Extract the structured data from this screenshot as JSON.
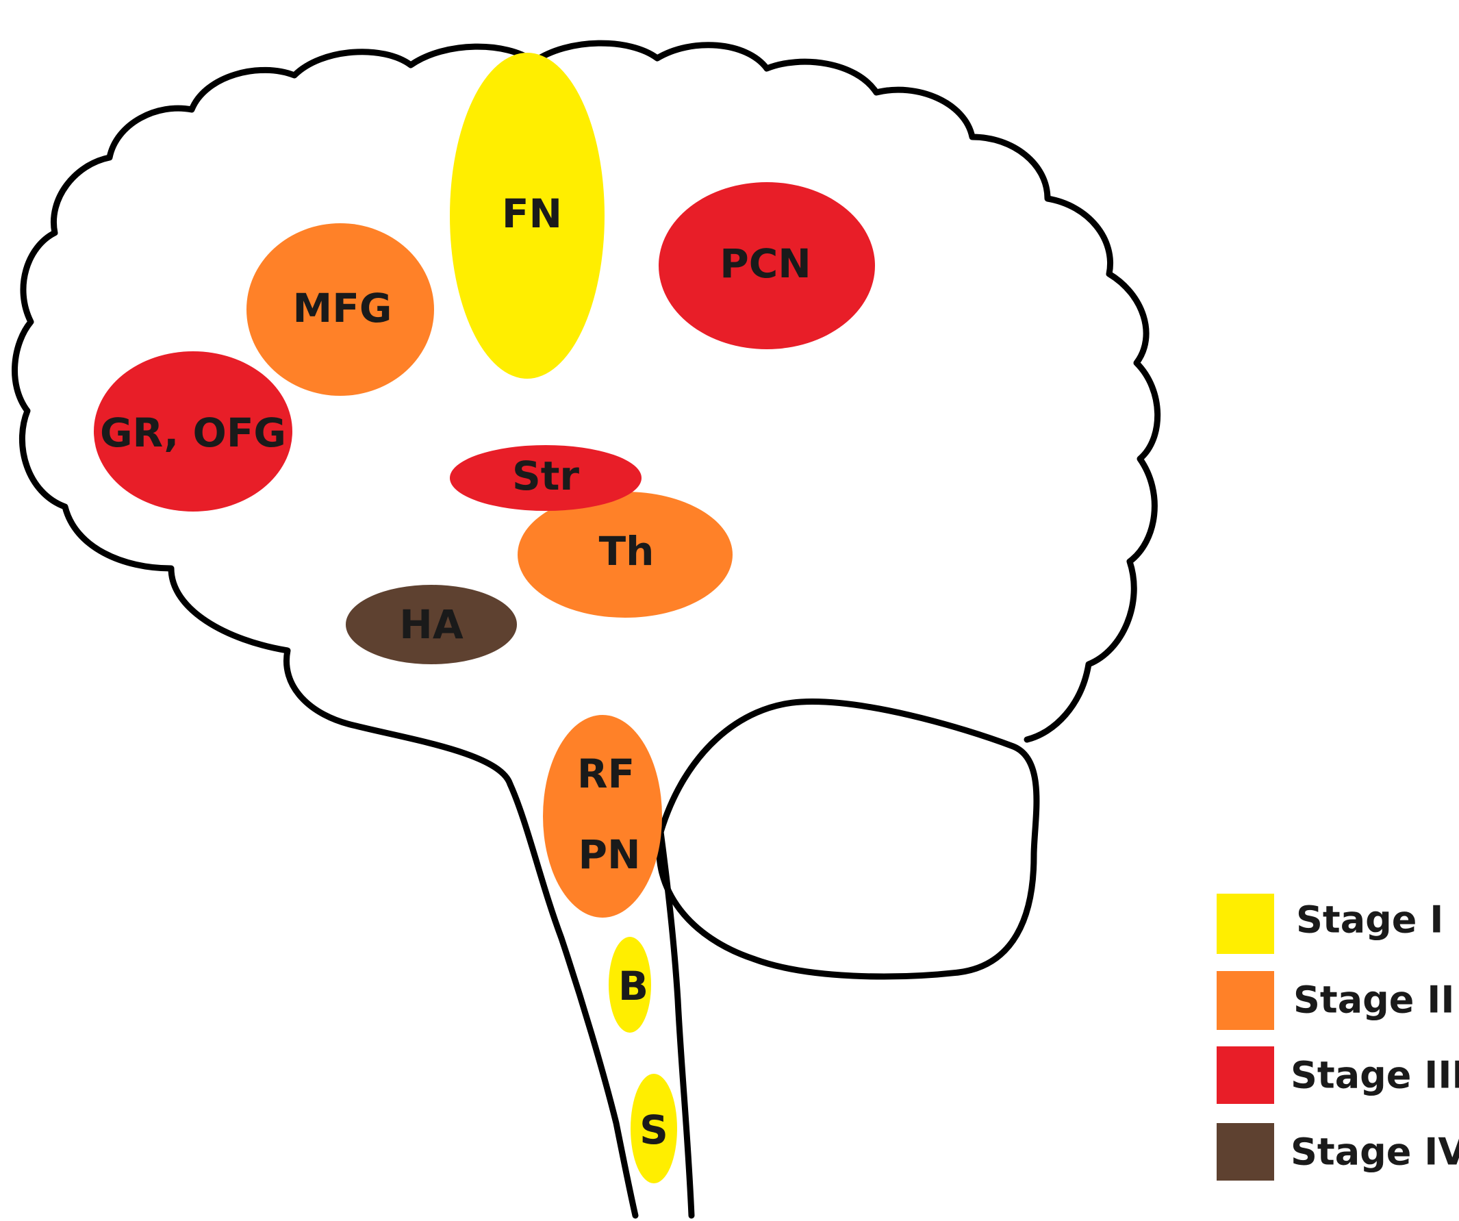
{
  "stages": [
    {
      "key": "stage1",
      "label": "Stage I",
      "color": "#ffee00"
    },
    {
      "key": "stage2",
      "label": "Stage II",
      "color": "#ff8128"
    },
    {
      "key": "stage3",
      "label": "Stage III",
      "color": "#e81e28"
    },
    {
      "key": "stage4",
      "label": "Stage IV",
      "color": "#5e4130"
    }
  ],
  "regions": [
    {
      "key": "fn",
      "label": "FN",
      "stage": "stage1"
    },
    {
      "key": "pcn",
      "label": "PCN",
      "stage": "stage3"
    },
    {
      "key": "mfg",
      "label": "MFG",
      "stage": "stage2"
    },
    {
      "key": "gr_ofg",
      "label": "GR, OFG",
      "stage": "stage3"
    },
    {
      "key": "str",
      "label": "Str",
      "stage": "stage3"
    },
    {
      "key": "th",
      "label": "Th",
      "stage": "stage2"
    },
    {
      "key": "ha",
      "label": "HA",
      "stage": "stage4"
    },
    {
      "key": "rf_pn",
      "labels": [
        "RF",
        "PN"
      ],
      "stage": "stage2"
    },
    {
      "key": "b",
      "label": "B",
      "stage": "stage1"
    },
    {
      "key": "s",
      "label": "S",
      "stage": "stage1"
    }
  ]
}
